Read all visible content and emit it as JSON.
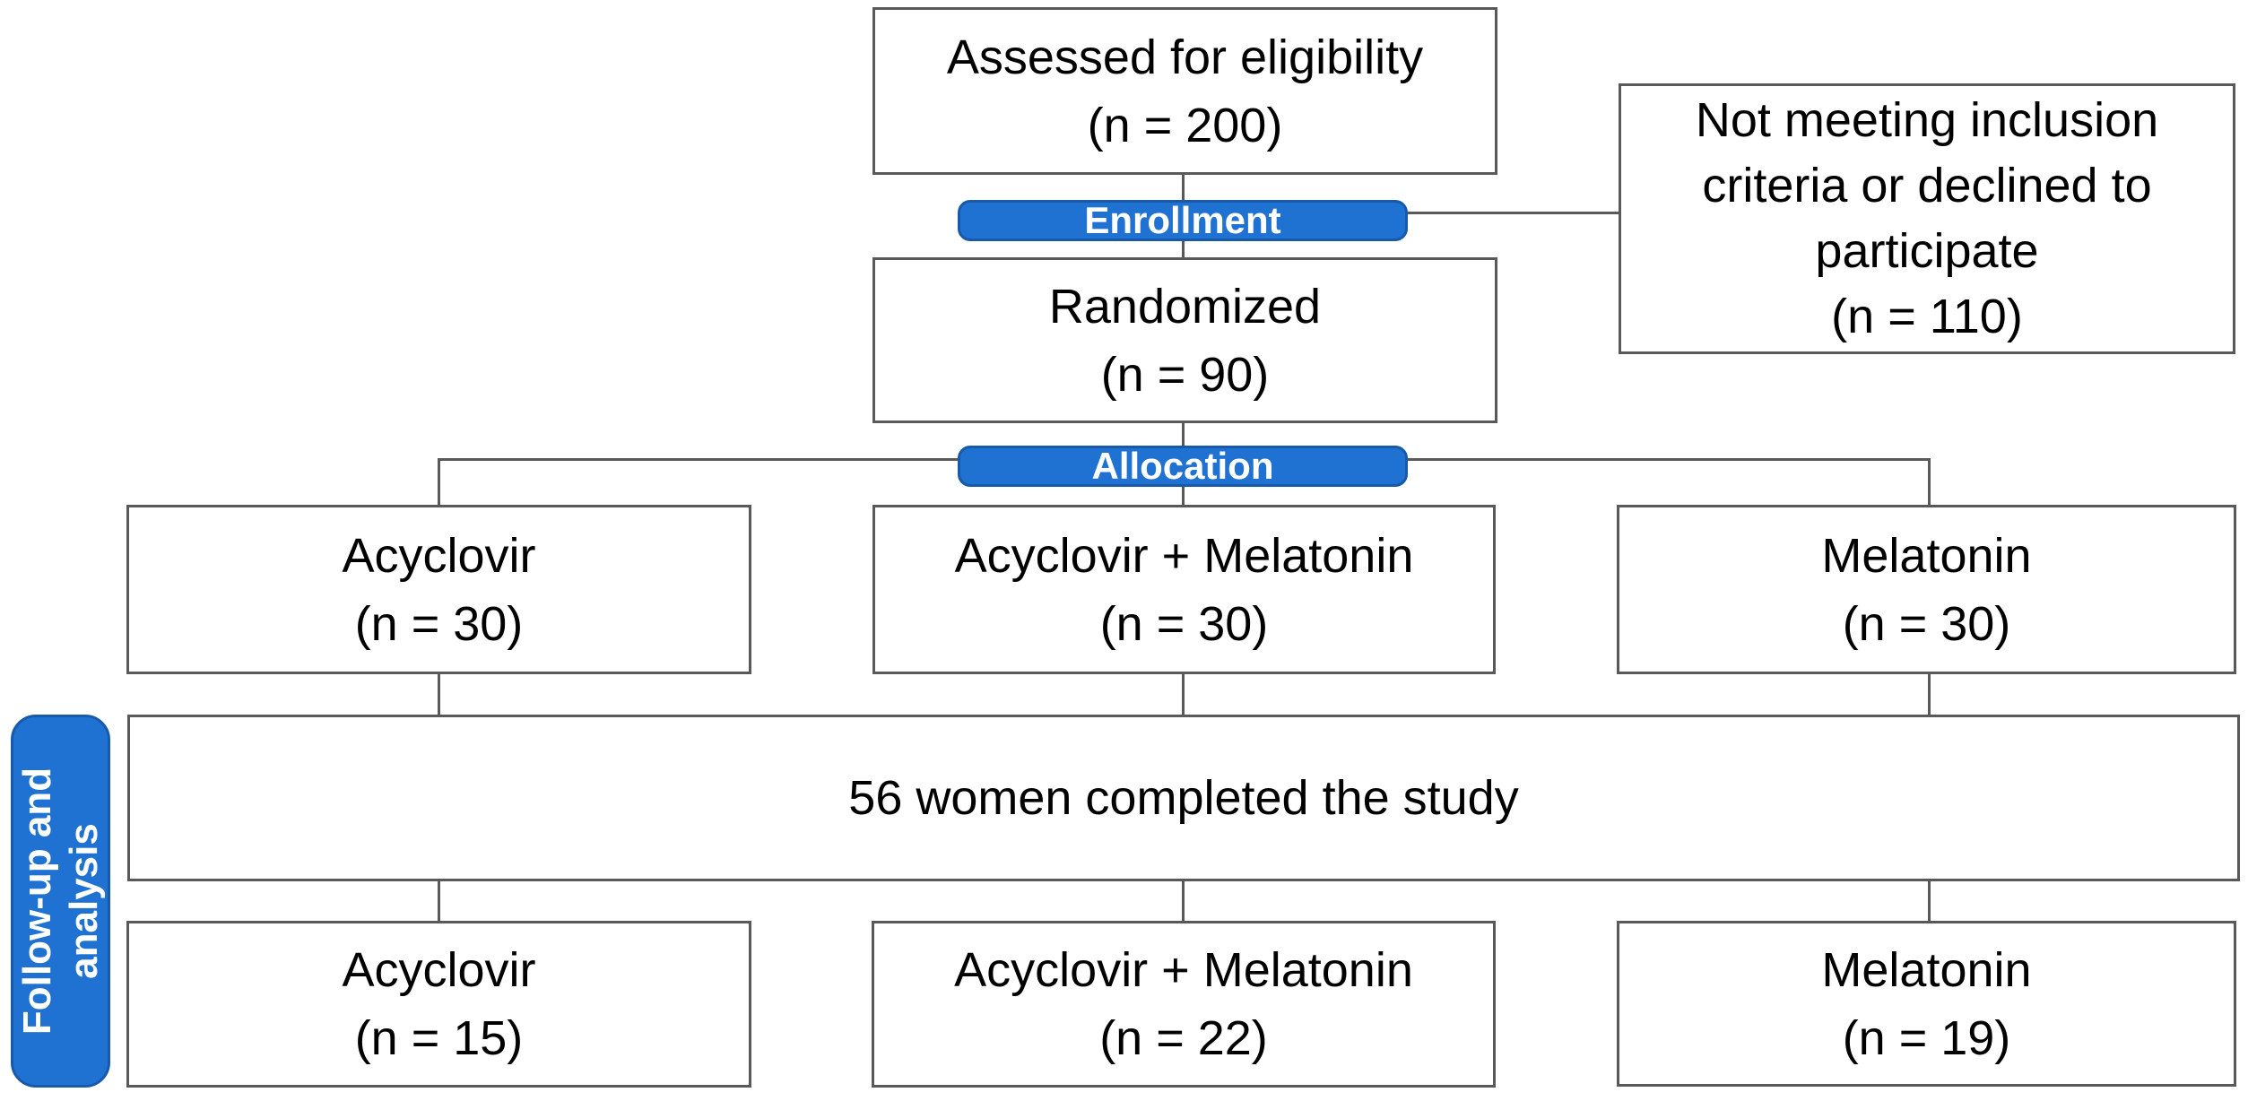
{
  "figure": {
    "type": "CONSORT participant flow diagram",
    "background": "#ffffff"
  },
  "colors": {
    "accent_blue": "#1f72d2",
    "pill_border_blue": "#1759ab",
    "box_border_gray": "#595959",
    "connector_gray": "#595959",
    "box_text": "#000000",
    "pill_text": "#ffffff"
  },
  "stage_labels": {
    "enrollment": "Enrollment",
    "allocation": "Allocation",
    "followup": {
      "line1": "Follow-up and",
      "line2": "analysis"
    }
  },
  "boxes": {
    "assessed": {
      "lines": [
        "Assessed for eligibility",
        "(n = 200)"
      ]
    },
    "not_meeting": {
      "lines": [
        "Not meeting inclusion",
        "criteria or declined to",
        "participate",
        "(n = 110)"
      ]
    },
    "randomized": {
      "lines": [
        "Randomized",
        "(n = 90)"
      ]
    },
    "alloc_acyclovir": {
      "lines": [
        "Acyclovir",
        "(n = 30)"
      ]
    },
    "alloc_combo": {
      "lines": [
        "Acyclovir + Melatonin",
        "(n = 30)"
      ]
    },
    "alloc_melatonin": {
      "lines": [
        "Melatonin",
        "(n = 30)"
      ]
    },
    "completed": {
      "lines": [
        "56 women completed the study"
      ]
    },
    "followup_acyclovir": {
      "lines": [
        "Acyclovir",
        "(n = 15)"
      ]
    },
    "followup_combo": {
      "lines": [
        "Acyclovir + Melatonin",
        "(n = 22)"
      ]
    },
    "followup_melatonin": {
      "lines": [
        "Melatonin",
        "(n = 19)"
      ]
    }
  }
}
